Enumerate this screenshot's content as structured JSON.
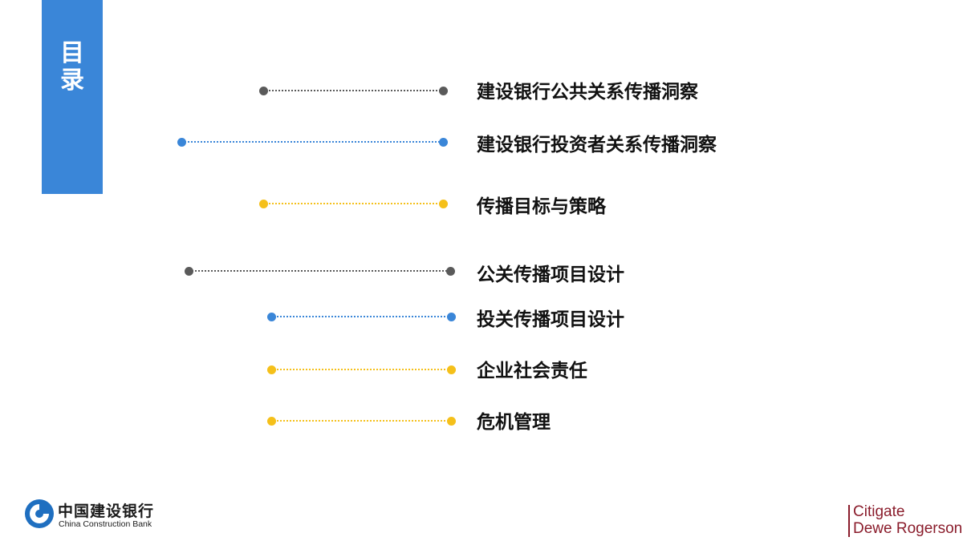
{
  "sidebar": {
    "title_chars": [
      "目",
      "录"
    ],
    "color": "#3a86d8"
  },
  "colors": {
    "gray": "#5a5a5a",
    "blue": "#3a86d8",
    "yellow": "#f5c01a"
  },
  "toc": [
    {
      "label": "建设银行公共关系传播洞察",
      "color": "gray"
    },
    {
      "label": "建设银行投资者关系传播洞察",
      "color": "blue"
    },
    {
      "label": "传播目标与策略",
      "color": "yellow"
    },
    {
      "label": "公关传播项目设计",
      "color": "gray"
    },
    {
      "label": "投关传播项目设计",
      "color": "blue"
    },
    {
      "label": "企业社会责任",
      "color": "yellow"
    },
    {
      "label": "危机管理",
      "color": "yellow"
    }
  ],
  "footer": {
    "ccb_cn": "中国建设银行",
    "ccb_en": "China Construction Bank",
    "ccb_icon": "ccb-logo-icon",
    "citigate_line1": "Citigate",
    "citigate_line2": "Dewe Rogerson"
  }
}
